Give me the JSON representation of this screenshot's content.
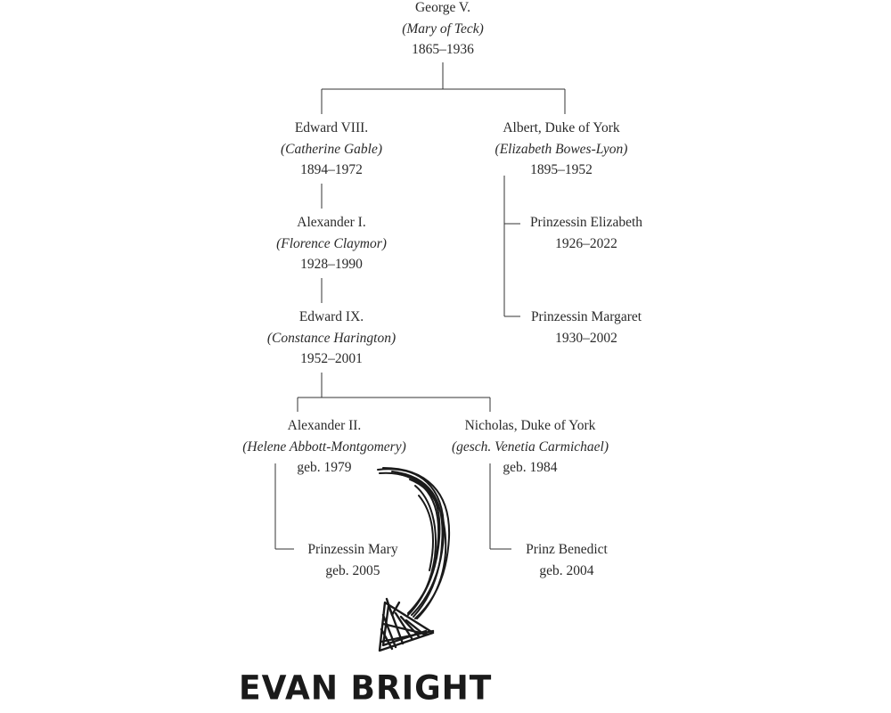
{
  "tree": {
    "george_v": {
      "name": "George V.",
      "spouse": "(Mary of Teck)",
      "years": "1865–1936"
    },
    "edward_viii": {
      "name": "Edward VIII.",
      "spouse": "(Catherine Gable)",
      "years": "1894–1972"
    },
    "albert": {
      "name": "Albert, Duke of York",
      "spouse": "(Elizabeth Bowes-Lyon)",
      "years": "1895–1952"
    },
    "alexander_i": {
      "name": "Alexander I.",
      "spouse": "(Florence Claymor)",
      "years": "1928–1990"
    },
    "elizabeth": {
      "name": "Prinzessin Elizabeth",
      "years": "1926–2022"
    },
    "margaret": {
      "name": "Prinzessin Margaret",
      "years": "1930–2002"
    },
    "edward_ix": {
      "name": "Edward IX.",
      "spouse": "(Constance Harington)",
      "years": "1952–2001"
    },
    "alexander_ii": {
      "name": "Alexander II.",
      "spouse": "(Helene Abbott-Montgomery)",
      "years": "geb. 1979"
    },
    "nicholas": {
      "name": "Nicholas, Duke of York",
      "spouse": "(gesch. Venetia Carmichael)",
      "years": "geb. 1984"
    },
    "mary": {
      "name": "Prinzessin Mary",
      "years": "geb. 2005"
    },
    "benedict": {
      "name": "Prinz Benedict",
      "years": "geb. 2004"
    }
  },
  "annotation": {
    "handwritten_text": "EVAN BRIGHT"
  }
}
